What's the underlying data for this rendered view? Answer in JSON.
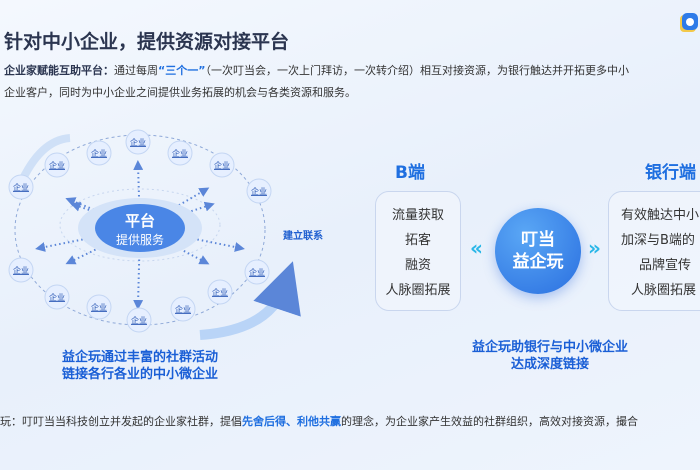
{
  "header": {
    "title": "针对中小企业，提供资源对接平台",
    "intro_label": "企业家赋能互助平台：",
    "intro_pre": "通过每周",
    "intro_highlight": "“三个一”",
    "intro_post": "（一次叮当会，一次上门拜访，一次转介绍）相互对接资源，为银行触达并开拓更多中小",
    "intro_line2": "企业客户，同时为中小企业之间提供业务拓展的机会与各类资源和服务。"
  },
  "diagram": {
    "center_title": "平台",
    "center_sub": "提供服务",
    "node_label": "企业",
    "node_count": 14,
    "link_label": "建立联系",
    "caption_line1": "益企玩通过丰富的社群活动",
    "caption_line2": "链接各行各业的中小微企业"
  },
  "b_side": {
    "title": "B端",
    "items": [
      "流量获取",
      "拓客",
      "融资",
      "人脉圈拓展"
    ]
  },
  "center": {
    "line1": "叮当",
    "line2": "益企玩",
    "left_arrow": "«",
    "right_arrow": "»"
  },
  "bank_side": {
    "title": "银行端",
    "items": [
      "有效触达中小",
      "加深与B端的",
      "品牌宣传",
      "人脉圈拓展"
    ]
  },
  "right_caption": {
    "line1": "益企玩助银行与中小微企业",
    "line2": "达成深度链接"
  },
  "footer": {
    "pre": "玩：叮叮当当科技创立并发起的企业家社群，提倡",
    "highlight": "先舍后得、利他共赢",
    "post": "的理念，为企业家产生效益的社群组织，高效对接资源，撮合"
  },
  "colors": {
    "accent": "#1f6fe0",
    "title": "#2b3550",
    "chevron": "#29b6e8"
  }
}
